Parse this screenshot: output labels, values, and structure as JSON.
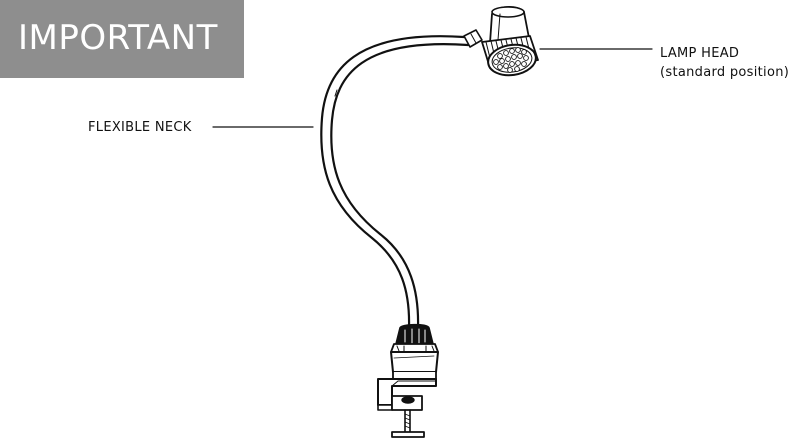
{
  "banner": {
    "text": "IMPORTANT"
  },
  "callouts": {
    "lamp_head": {
      "line1": "LAMP HEAD",
      "line2": "(standard position)"
    },
    "flexible_neck": {
      "label": "FLEXIBLE NECK"
    }
  },
  "colors": {
    "banner_background": "#8e8e8e",
    "banner_text": "#ffffff",
    "line_art": "#111111"
  }
}
